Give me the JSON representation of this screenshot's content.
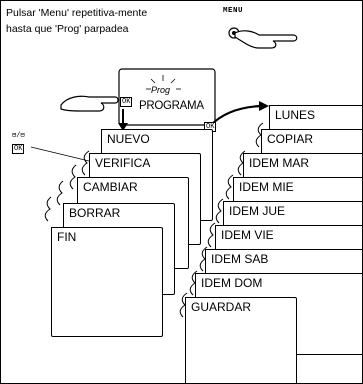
{
  "instruction": "Pulsar 'Menu' repetitiva-mente hasta que 'Prog' parpadea",
  "menu_button_label": "MENU",
  "display": {
    "blink_text": "Prog",
    "title": "PROGRAMA"
  },
  "ok_label": "OK",
  "esc_label": "⊟/⊟",
  "main_menu": [
    "NUEVO",
    "VERIFICA",
    "CAMBIAR",
    "BORRAR",
    "FIN"
  ],
  "program_menu": [
    "LUNES",
    "COPIAR",
    "IDEM MAR",
    "IDEM MIE",
    "IDEM JUE",
    "IDEM VIE",
    "IDEM SAB",
    "IDEM DOM",
    "GUARDAR"
  ]
}
